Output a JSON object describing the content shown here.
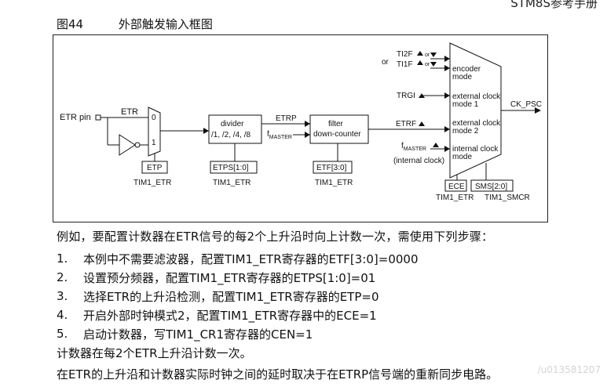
{
  "header": {
    "manual_title": "STM8S参考手册"
  },
  "figure": {
    "number": "图44",
    "caption": "外部触发输入框图"
  },
  "diagram": {
    "etr_pin": "ETR pin",
    "etr": "ETR",
    "mux_0": "0",
    "mux_1": "1",
    "etp_box": "ETP",
    "etp_reg": "TIM1_ETR",
    "divider_line1": "divider",
    "divider_line2": "/1, /2, /4, /8",
    "etps_box": "ETPS[1:0]",
    "etps_reg": "TIM1_ETR",
    "etrp": "ETRP",
    "fmaster_f": "f",
    "fmaster_sub": "MASTER",
    "filter_line1": "filter",
    "filter_line2": "down-counter",
    "etf_box": "ETF[3:0]",
    "etf_reg": "TIM1_ETR",
    "or": "or",
    "ti2f": "TI2F",
    "ti1f": "TI1F",
    "or_small": "or",
    "trgi": "TRGI",
    "etrf": "ETRF",
    "int_f": "f",
    "int_sub": "MASTER",
    "internal_clock_note": "(internal clock)",
    "mode_encoder_1": "encoder",
    "mode_encoder_2": "mode",
    "mode_ext1_1": "external clock",
    "mode_ext1_2": "mode 1",
    "mode_ext2_1": "external clock",
    "mode_ext2_2": "mode 2",
    "mode_int_1": "internal clock",
    "mode_int_2": "mode",
    "ck_psc": "CK_PSC",
    "ece_box": "ECE",
    "ece_reg": "TIM1_ETR",
    "sms_box": "SMS[2:0]",
    "sms_reg": "TIM1_SMCR"
  },
  "text": {
    "intro": "例如，要配置计数器在ETR信号的每2个上升沿时向上计数一次，需使用下列步骤：",
    "steps": [
      {
        "n": "1.",
        "text": "本例中不需要滤波器，配置TIM1_ETR寄存器的ETF[3:0]=0000"
      },
      {
        "n": "2.",
        "text": "设置预分频器，配置TIM1_ETR寄存器的ETPS[1:0]=01"
      },
      {
        "n": "3.",
        "text": "选择ETR的上升沿检测，配置TIM1_ETR寄存器的ETP=0"
      },
      {
        "n": "4.",
        "text": "开启外部时钟模式2，配置TIM1_ETR寄存器中的ECE=1"
      },
      {
        "n": "5.",
        "text": "启动计数器，写TIM1_CR1寄存器的CEN=1"
      }
    ],
    "summary1": "计数器在每2个ETR上升沿计数一次。",
    "summary2": "在ETR的上升沿和计数器实际时钟之间的延时取决于在ETRP信号端的重新同步电路。"
  },
  "watermark": "/u013581207"
}
